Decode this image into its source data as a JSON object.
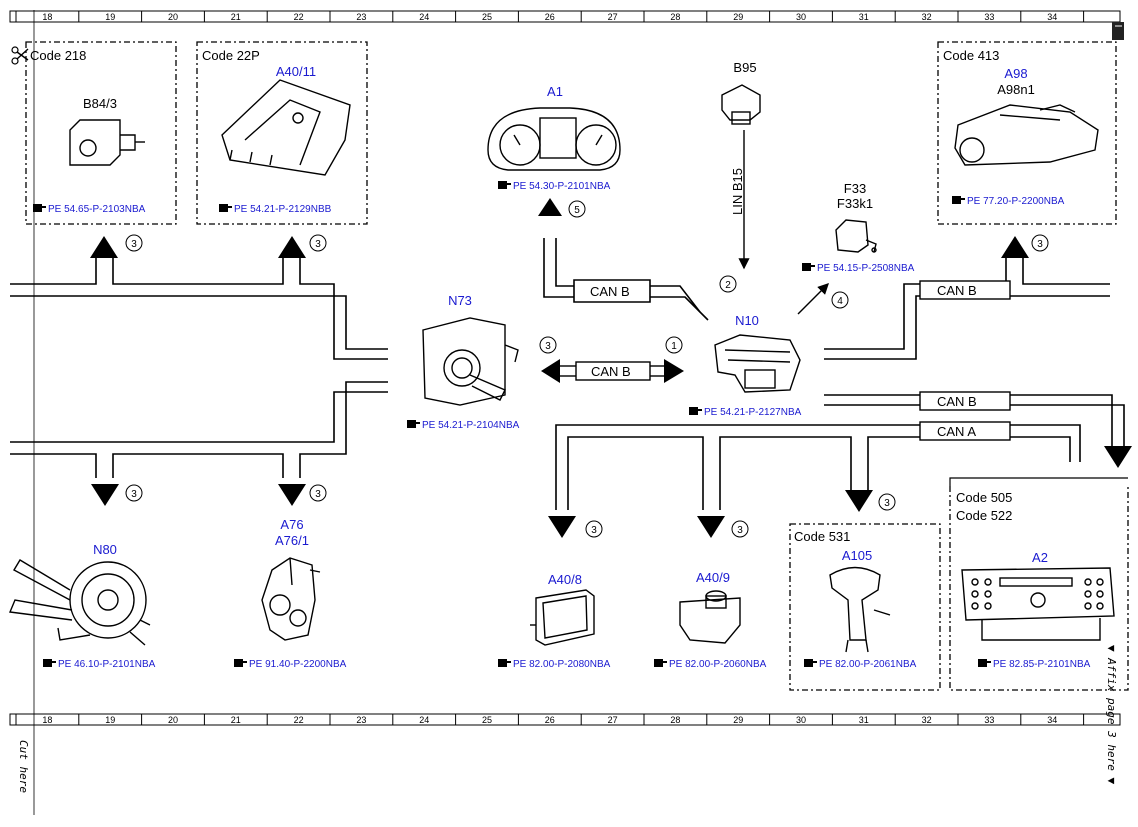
{
  "ruler": {
    "numbers": [
      "18",
      "19",
      "20",
      "21",
      "22",
      "23",
      "24",
      "25",
      "26",
      "27",
      "28",
      "29",
      "30",
      "31",
      "32",
      "33",
      "34"
    ]
  },
  "side_text": {
    "cut_here": "Cut here",
    "affix_page": "▼ Affix page 3 here ▼"
  },
  "components": {
    "b84_3": {
      "code": "Code 218",
      "id": "B84/3",
      "ref": "PE 54.65-P-2103NBA"
    },
    "a40_11": {
      "code": "Code 22P",
      "id": "A40/11",
      "ref": "PE 54.21-P-2129NBB"
    },
    "a1": {
      "id": "A1",
      "ref": "PE 54.30-P-2101NBA"
    },
    "b95": {
      "id": "B95"
    },
    "f33": {
      "id": "F33",
      "id2": "F33k1",
      "ref": "PE 54.15-P-2508NBA"
    },
    "a98": {
      "code": "Code 413",
      "id": "A98",
      "id2": "A98n1",
      "ref": "PE 77.20-P-2200NBA"
    },
    "n73": {
      "id": "N73",
      "ref": "PE 54.21-P-2104NBA"
    },
    "n10": {
      "id": "N10",
      "ref": "PE 54.21-P-2127NBA"
    },
    "n80": {
      "id": "N80",
      "ref": "PE 46.10-P-2101NBA"
    },
    "a76": {
      "id": "A76",
      "id2": "A76/1",
      "ref": "PE 91.40-P-2200NBA"
    },
    "a40_8": {
      "id": "A40/8",
      "ref": "PE 82.00-P-2080NBA"
    },
    "a40_9": {
      "id": "A40/9",
      "ref": "PE 82.00-P-2060NBA"
    },
    "a105": {
      "code": "Code 531",
      "id": "A105",
      "ref": "PE 82.00-P-2061NBA"
    },
    "a2": {
      "code": "Code 505",
      "code2": "Code 522",
      "id": "A2",
      "ref": "PE 82.85-P-2101NBA"
    }
  },
  "buses": {
    "can_b": "CAN B",
    "can_a": "CAN A",
    "lin": "LIN B15"
  },
  "step_numbers": {
    "one": "1",
    "two": "2",
    "three": "3",
    "four": "4",
    "five": "5"
  }
}
